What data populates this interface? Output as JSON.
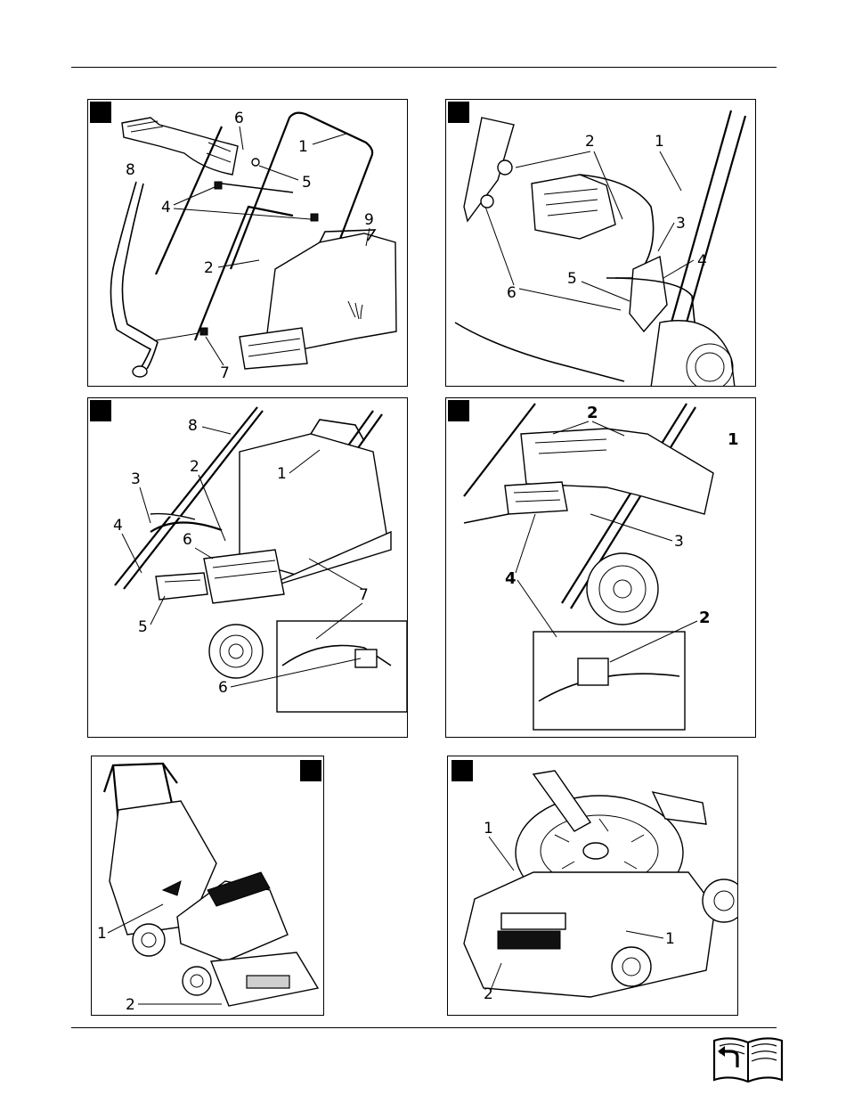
{
  "panels": [
    {
      "id": "p1",
      "labels": [
        "6",
        "1",
        "8",
        "5",
        "4",
        "9",
        "2",
        "7"
      ]
    },
    {
      "id": "p2",
      "labels": [
        "2",
        "1",
        "3",
        "4",
        "5",
        "6"
      ]
    },
    {
      "id": "p3",
      "labels": [
        "8",
        "1",
        "2",
        "3",
        "4",
        "6",
        "5",
        "7",
        "6"
      ]
    },
    {
      "id": "p4",
      "labels": [
        "2",
        "1",
        "3",
        "4",
        "2"
      ]
    },
    {
      "id": "p5",
      "labels": [
        "1",
        "2"
      ]
    },
    {
      "id": "p6",
      "labels": [
        "1",
        "1",
        "2"
      ]
    }
  ]
}
